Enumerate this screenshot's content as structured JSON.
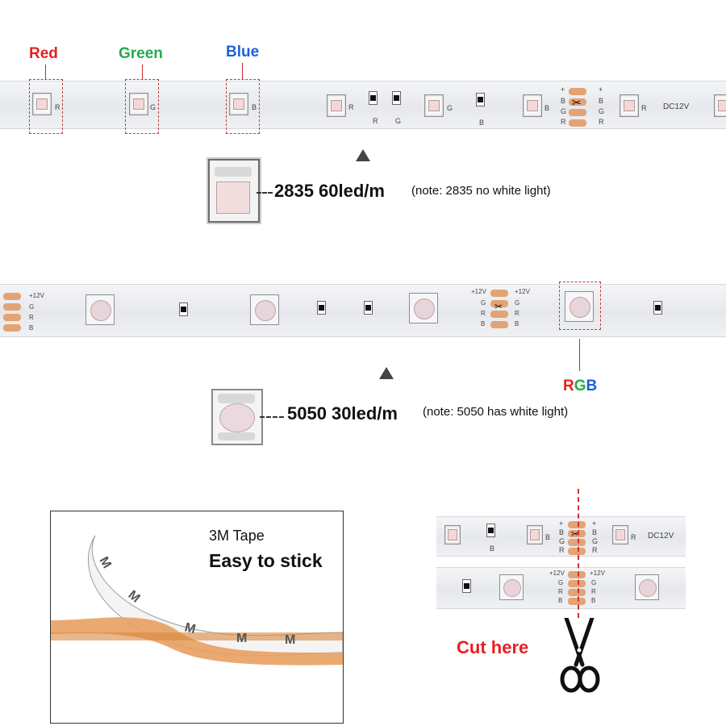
{
  "colors": {
    "red": "#e62020",
    "green": "#1fae4a",
    "blue": "#1f5fd8",
    "marker": "#c62828",
    "copper": "#e3a374"
  },
  "labels": {
    "red": "Red",
    "green": "Green",
    "blue": "Blue",
    "rgb_r": "R",
    "rgb_g": "G",
    "rgb_b": "B"
  },
  "strip_top": {
    "voltage": "DC12V",
    "pin_r": "R",
    "pin_g": "G",
    "pin_b": "B",
    "plus": "+"
  },
  "strip_5050": {
    "voltage": "+12V",
    "pin_g": "G",
    "pin_r": "R",
    "pin_b": "B"
  },
  "spec_2835": {
    "name": "2835 60led/m",
    "note": "(note: 2835 no white light)"
  },
  "spec_5050": {
    "name": "5050 30led/m",
    "note": "(note: 5050 has white light)"
  },
  "tape": {
    "title": "3M Tape",
    "subtitle": "Easy to stick"
  },
  "cut": {
    "label": "Cut here",
    "icon": "scissors-icon"
  }
}
